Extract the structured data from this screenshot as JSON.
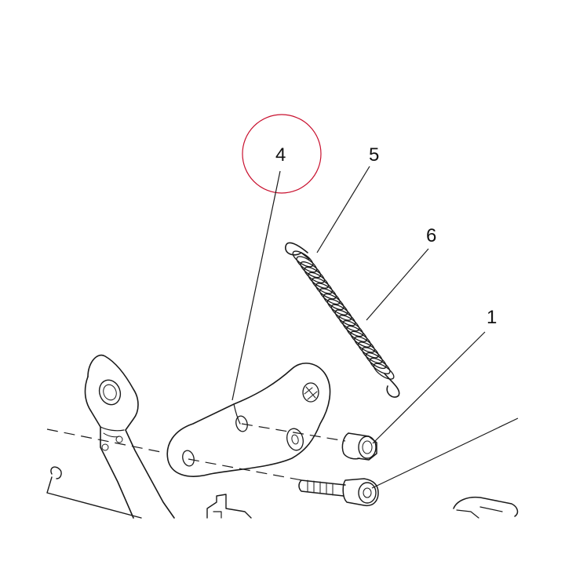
{
  "diagram": {
    "callouts": [
      {
        "id": "callout-1",
        "label": "1"
      },
      {
        "id": "callout-4",
        "label": "4"
      },
      {
        "id": "callout-5",
        "label": "5"
      },
      {
        "id": "callout-6",
        "label": "6"
      }
    ],
    "highlight": {
      "target": "4",
      "color": "#c8102e"
    },
    "ink_color": "#1a1a1a"
  }
}
